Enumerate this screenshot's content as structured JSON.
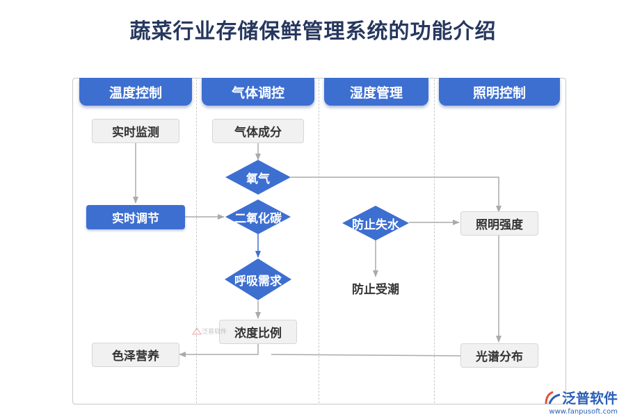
{
  "title": "蔬菜行业存储保鲜管理系统的功能介绍",
  "columns": [
    "温度控制",
    "气体调控",
    "湿度管理",
    "照明控制"
  ],
  "nodes": {
    "realtime_monitor": "实时监测",
    "realtime_adjust": "实时调节",
    "color_nutrition": "色泽营养",
    "gas_composition": "气体成分",
    "oxygen": "氧气",
    "co2": "二氧化碳",
    "respiration": "呼吸需求",
    "concentration": "浓度比例",
    "prevent_water_loss": "防止失水",
    "prevent_damp": "防止受潮",
    "light_intensity": "照明强度",
    "spectrum": "光谱分布"
  },
  "watermark": "泛普软件",
  "brand": {
    "name": "泛普软件",
    "url": "www.fanpusoft.com"
  },
  "colors": {
    "accent": "#3d6fd1",
    "title": "#26375e",
    "node_bg": "#f1f1f1",
    "arrow": "#aaaaaa"
  }
}
